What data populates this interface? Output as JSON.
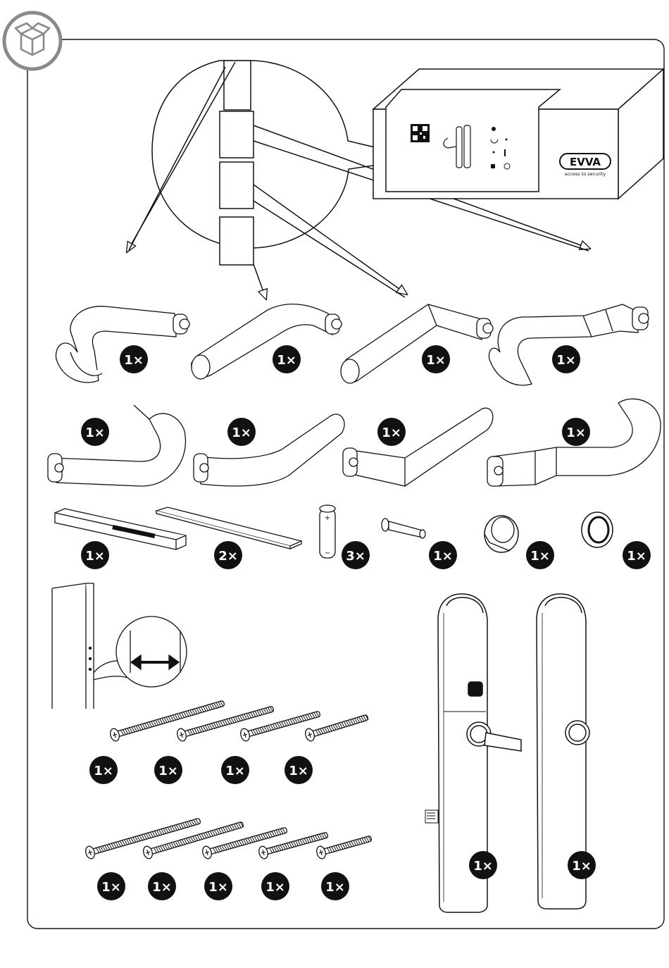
{
  "header": {
    "icon": "box-icon"
  },
  "package": {
    "brand_logo": "EVVA",
    "brand_tagline": "access to security",
    "label_icons": [
      "qr-code-icon",
      "lever-handle-icon",
      "symbol-icons"
    ]
  },
  "callout": {
    "sections": 4
  },
  "rows": {
    "row1_qty": [
      "1×",
      "1×",
      "1×",
      "1×"
    ],
    "row2_qty": [
      "1×",
      "1×",
      "1×",
      "1×"
    ],
    "row3_qty": [
      "1×",
      "2×",
      "3×",
      "1×",
      "1×",
      "1×"
    ],
    "battery_marks": {
      "plus": "+",
      "minus": "−"
    },
    "screws_a_qty": [
      "1×",
      "1×",
      "1×",
      "1×"
    ],
    "screws_b_qty": [
      "1×",
      "1×",
      "1×",
      "1×",
      "1×"
    ],
    "fittings_qty": [
      "1×",
      "1×"
    ]
  },
  "colors": {
    "ink": "#111111",
    "badge": "#111111",
    "frame_grey": "#8a8a8a"
  }
}
